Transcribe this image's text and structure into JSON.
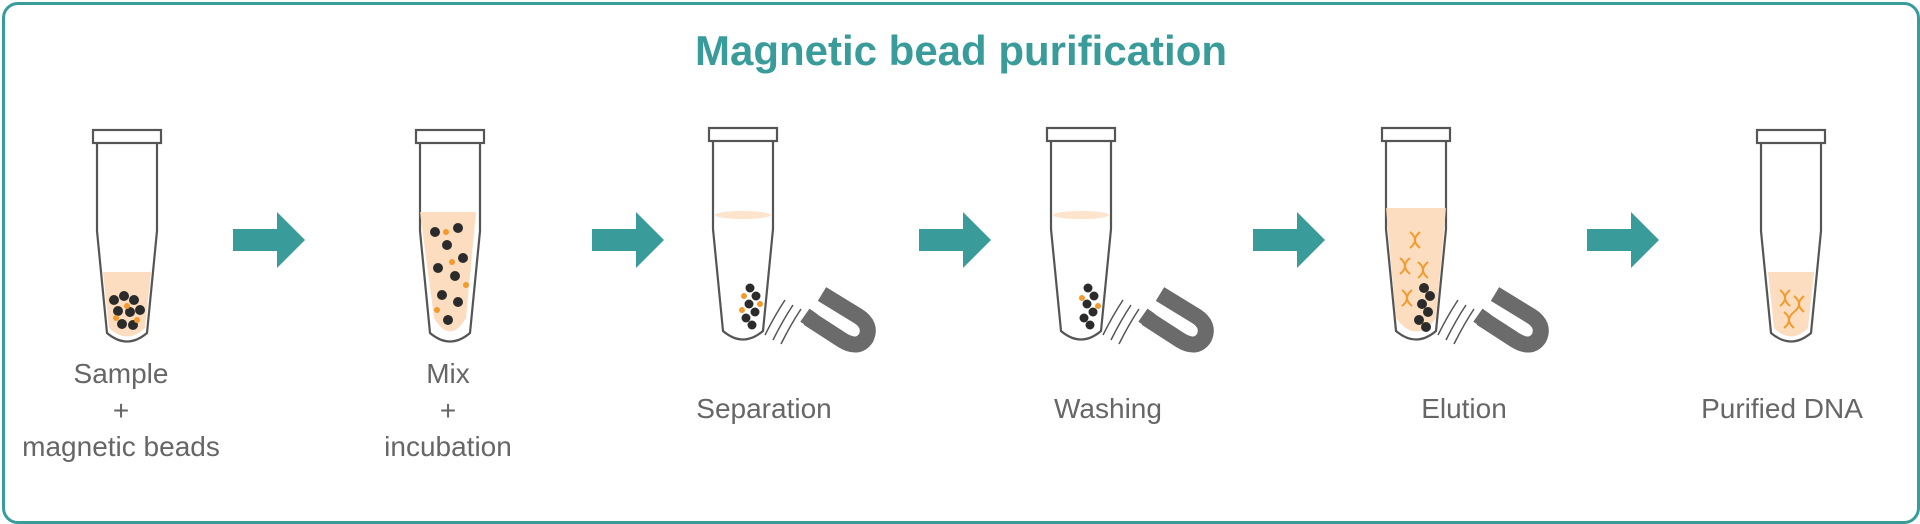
{
  "title": "Magnetic bead purification",
  "steps": [
    {
      "label_lines": [
        "Sample",
        "+",
        "magnetic beads"
      ]
    },
    {
      "label_lines": [
        "Mix",
        "+",
        "incubation"
      ]
    },
    {
      "label_lines": [
        "Separation"
      ]
    },
    {
      "label_lines": [
        "Washing"
      ]
    },
    {
      "label_lines": [
        "Elution"
      ]
    },
    {
      "label_lines": [
        "Purified DNA"
      ]
    }
  ],
  "colors": {
    "accent": "#3a9c9a",
    "liquid": "#fcd9b8",
    "bead": "#2b2b2b",
    "dna": "#f29a2e",
    "tube_outline": "#555555",
    "magnet": "#6b6b6b",
    "label": "#666666"
  },
  "icons": [
    "tube-icon",
    "arrow-right-icon",
    "magnet-icon",
    "bead-icon",
    "dna-icon"
  ]
}
